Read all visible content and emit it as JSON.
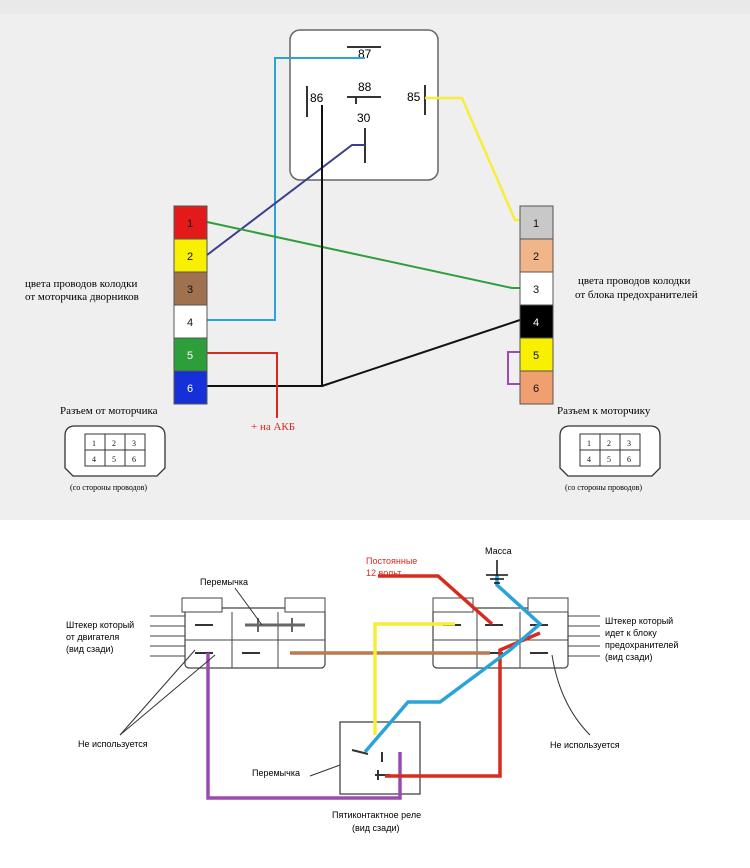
{
  "relay": {
    "pins": [
      "87",
      "88",
      "86",
      "85",
      "30"
    ]
  },
  "left_block": {
    "caption_line1": "цвета проводов колодки",
    "caption_line2": "от моторчика дворников",
    "pins": [
      {
        "n": "1",
        "color": "#e41a1a"
      },
      {
        "n": "2",
        "color": "#f8f000"
      },
      {
        "n": "3",
        "color": "#a0714f"
      },
      {
        "n": "4",
        "color": "#ffffff"
      },
      {
        "n": "5",
        "color": "#2e9e3a"
      },
      {
        "n": "6",
        "color": "#1530d8"
      }
    ],
    "connector_title": "Разъем от моторчика",
    "connector_note": "(со стороны проводов)"
  },
  "right_block": {
    "caption_line1": "цвета проводов колодки",
    "caption_line2": "от блока предохранителей",
    "pins": [
      {
        "n": "1",
        "color": "#c8c8c8"
      },
      {
        "n": "2",
        "color": "#f2b58a"
      },
      {
        "n": "3",
        "color": "#ffffff"
      },
      {
        "n": "4",
        "color": "#000000"
      },
      {
        "n": "5",
        "color": "#f8f000"
      },
      {
        "n": "6",
        "color": "#f0a070"
      }
    ],
    "connector_title": "Разъем к моторчику",
    "connector_note": "(со стороны проводов)"
  },
  "battery_label": "+ на АКБ",
  "connector_grid": [
    "1",
    "2",
    "3",
    "4",
    "5",
    "6"
  ],
  "wire_colors": {
    "cyan": "#2aa3d8",
    "navy": "#3a3f8e",
    "green": "#2e9e3a",
    "black": "#111111",
    "yellow": "#f6ee3a",
    "red": "#d62b1e",
    "purple": "#9b4bb0",
    "brown": "#b97a4f"
  },
  "bottom": {
    "left_plug_l1": "Штекер который",
    "left_plug_l2": "от двигателя",
    "left_plug_l3": "(вид сзади)",
    "jumper_top": "Перемычка",
    "not_used_left": "Не используется",
    "jumper_relay": "Перемычка",
    "relay_l1": "Пятиконтактное реле",
    "relay_l2": "(вид сзади)",
    "const_l1": "Постоянные",
    "const_l2": "12 вольт",
    "ground": "Масса",
    "right_plug_l1": "Штекер который",
    "right_plug_l2": "идет к блоку",
    "right_plug_l3": "предохранителей",
    "right_plug_l4": "(вид сзади)",
    "not_used_right": "Не используется"
  }
}
